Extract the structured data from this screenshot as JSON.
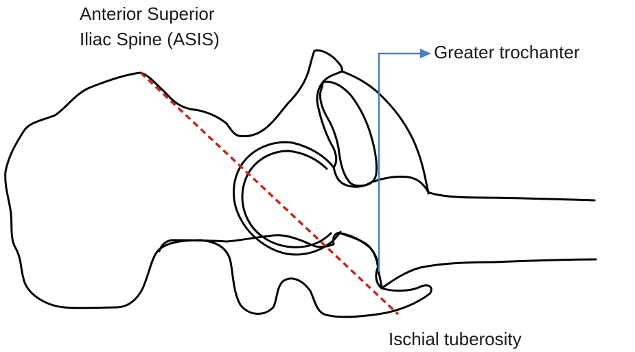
{
  "labels": {
    "asis_line1": "Anterior Superior",
    "asis_line2": "Iliac Spine (ASIS)",
    "greater_trochanter": "Greater trochanter",
    "ischial_tuberosity": "Ischial tuberosity"
  },
  "colors": {
    "outline": "#000000",
    "dashed_line": "#c0281e",
    "pointer": "#4a7fc1",
    "text": "#1a1a1a",
    "background": "#ffffff"
  }
}
